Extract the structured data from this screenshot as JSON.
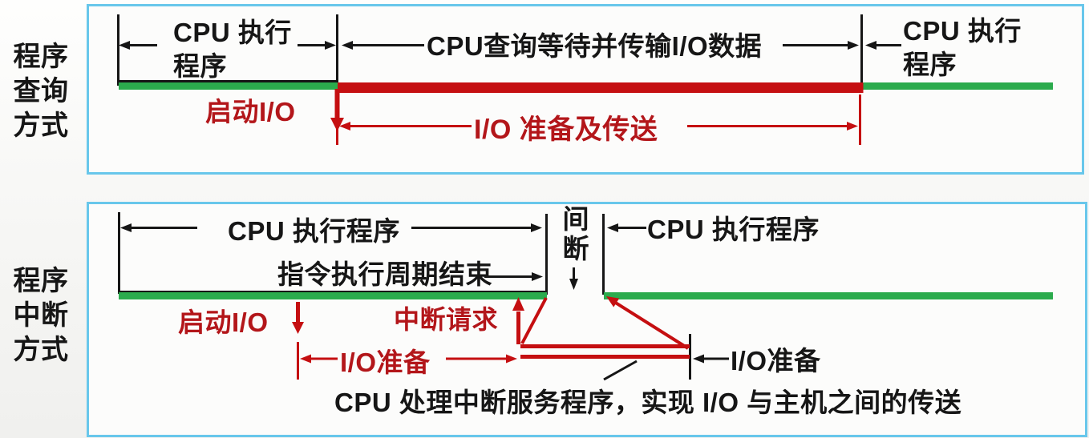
{
  "left_labels": {
    "query_method": [
      "程序",
      "查询",
      "方式"
    ],
    "interrupt_method": [
      "程序",
      "中断",
      "方式"
    ]
  },
  "query_box": {
    "cpu_exec_left": {
      "line1": "CPU 执行",
      "line2": "程序"
    },
    "query_wait_label": "CPU查询等待并传输I/O数据",
    "cpu_exec_right": {
      "line1": "CPU 执行",
      "line2": "程序"
    },
    "start_io_label": "启动I/O",
    "io_prep_transfer_label": "I/O 准备及传送"
  },
  "interrupt_box": {
    "cpu_exec_left_label": "CPU 执行程序",
    "instruction_cycle_end_label": "指令执行周期结束",
    "interruption_gap_label": "间断",
    "cpu_exec_right_label": "CPU 执行程序",
    "start_io_label": "启动I/O",
    "interrupt_request_label": "中断请求",
    "io_prepare_red_label": "I/O准备",
    "io_prepare_black_label": "I/O准备",
    "caption": "CPU 处理中断服务程序，实现 I/O 与主机之间的传送"
  },
  "colors": {
    "timeline_green": "#2bab4d",
    "timeline_red": "#c50f11",
    "red_text": "#b3161a",
    "box_border": "#68c7eb",
    "line_black": "#161616"
  }
}
